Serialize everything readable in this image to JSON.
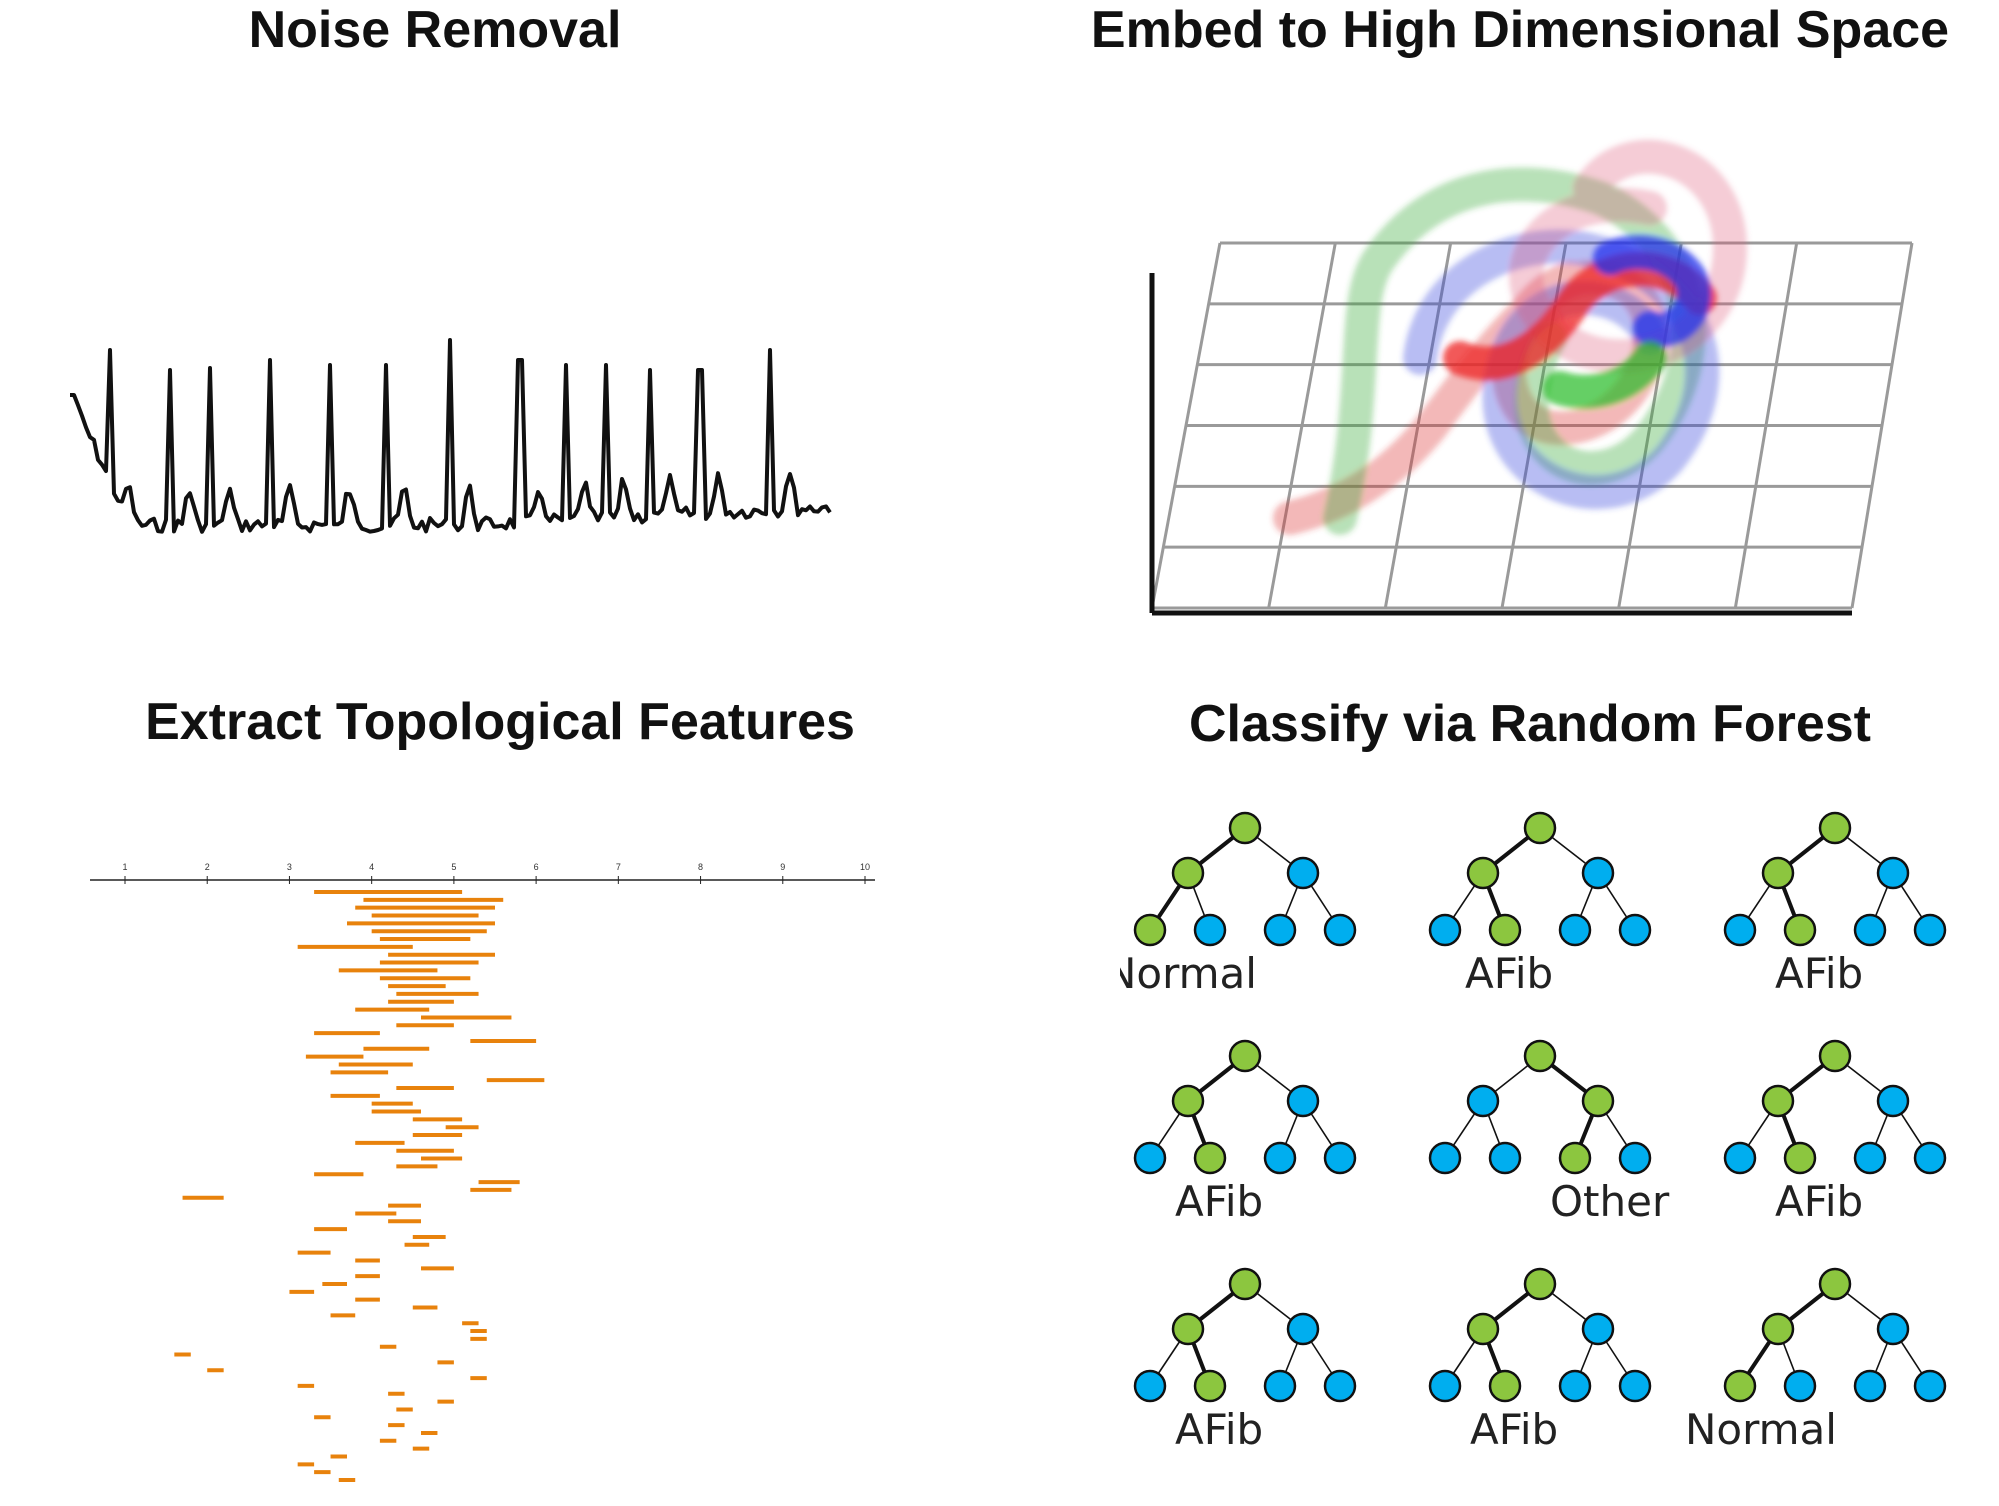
{
  "titles": {
    "noise": "Noise Removal",
    "embed": "Embed to High Dimensional Space",
    "extract": "Extract Topological Features",
    "classify": "Classify via Random Forest"
  },
  "barcode": {
    "axis_ticks": [
      "1",
      "2",
      "3",
      "4",
      "5",
      "6",
      "7",
      "8",
      "9",
      "10"
    ],
    "bar_color": "#e8820c",
    "bars": [
      [
        3.3,
        5.1
      ],
      [
        3.9,
        5.6
      ],
      [
        3.8,
        5.5
      ],
      [
        4.0,
        5.3
      ],
      [
        3.7,
        5.5
      ],
      [
        4.0,
        5.4
      ],
      [
        4.1,
        5.2
      ],
      [
        3.1,
        4.5
      ],
      [
        4.2,
        5.5
      ],
      [
        4.1,
        5.3
      ],
      [
        3.6,
        4.8
      ],
      [
        4.1,
        5.2
      ],
      [
        4.2,
        4.9
      ],
      [
        4.3,
        5.3
      ],
      [
        4.2,
        5.0
      ],
      [
        3.8,
        4.7
      ],
      [
        4.6,
        5.7
      ],
      [
        4.3,
        5.0
      ],
      [
        3.3,
        4.1
      ],
      [
        5.2,
        6.0
      ],
      [
        3.9,
        4.7
      ],
      [
        3.2,
        3.9
      ],
      [
        3.6,
        4.5
      ],
      [
        3.5,
        4.2
      ],
      [
        5.4,
        6.1
      ],
      [
        4.3,
        5.0
      ],
      [
        3.5,
        4.1
      ],
      [
        4.0,
        4.5
      ],
      [
        4.0,
        4.6
      ],
      [
        4.5,
        5.1
      ],
      [
        4.9,
        5.3
      ],
      [
        4.5,
        5.1
      ],
      [
        3.8,
        4.4
      ],
      [
        4.3,
        5.0
      ],
      [
        4.6,
        5.1
      ],
      [
        4.3,
        4.8
      ],
      [
        3.3,
        3.9
      ],
      [
        5.3,
        5.8
      ],
      [
        5.2,
        5.7
      ],
      [
        1.7,
        2.2
      ],
      [
        4.2,
        4.6
      ],
      [
        3.8,
        4.3
      ],
      [
        4.2,
        4.6
      ],
      [
        3.3,
        3.7
      ],
      [
        4.5,
        4.9
      ],
      [
        4.4,
        4.7
      ],
      [
        3.1,
        3.5
      ],
      [
        3.8,
        4.1
      ],
      [
        4.6,
        5.0
      ],
      [
        3.8,
        4.1
      ],
      [
        3.4,
        3.7
      ],
      [
        3.0,
        3.3
      ],
      [
        3.8,
        4.1
      ],
      [
        4.5,
        4.8
      ],
      [
        3.5,
        3.8
      ],
      [
        5.1,
        5.3
      ],
      [
        5.2,
        5.4
      ],
      [
        5.2,
        5.4
      ],
      [
        4.1,
        4.3
      ],
      [
        1.6,
        1.8
      ],
      [
        4.8,
        5.0
      ],
      [
        2.0,
        2.2
      ],
      [
        5.2,
        5.4
      ],
      [
        3.1,
        3.3
      ],
      [
        4.2,
        4.4
      ],
      [
        4.8,
        5.0
      ],
      [
        4.3,
        4.5
      ],
      [
        3.3,
        3.5
      ],
      [
        4.2,
        4.4
      ],
      [
        4.6,
        4.8
      ],
      [
        4.1,
        4.3
      ],
      [
        4.5,
        4.7
      ],
      [
        3.5,
        3.7
      ],
      [
        3.1,
        3.3
      ],
      [
        3.3,
        3.5
      ],
      [
        3.6,
        3.8
      ]
    ]
  },
  "forest": {
    "green": "#8cc63f",
    "blue": "#00aeef",
    "trees": [
      {
        "label": "Normal",
        "path": "LL"
      },
      {
        "label": "AFib",
        "path": "LR"
      },
      {
        "label": "AFib",
        "path": "LR"
      },
      {
        "label": "AFib",
        "path": "LR"
      },
      {
        "label": "Other",
        "path": "RL"
      },
      {
        "label": "AFib",
        "path": "LR"
      },
      {
        "label": "AFib",
        "path": "LR"
      },
      {
        "label": "AFib",
        "path": "LR"
      },
      {
        "label": "Normal",
        "path": "LL"
      }
    ]
  }
}
